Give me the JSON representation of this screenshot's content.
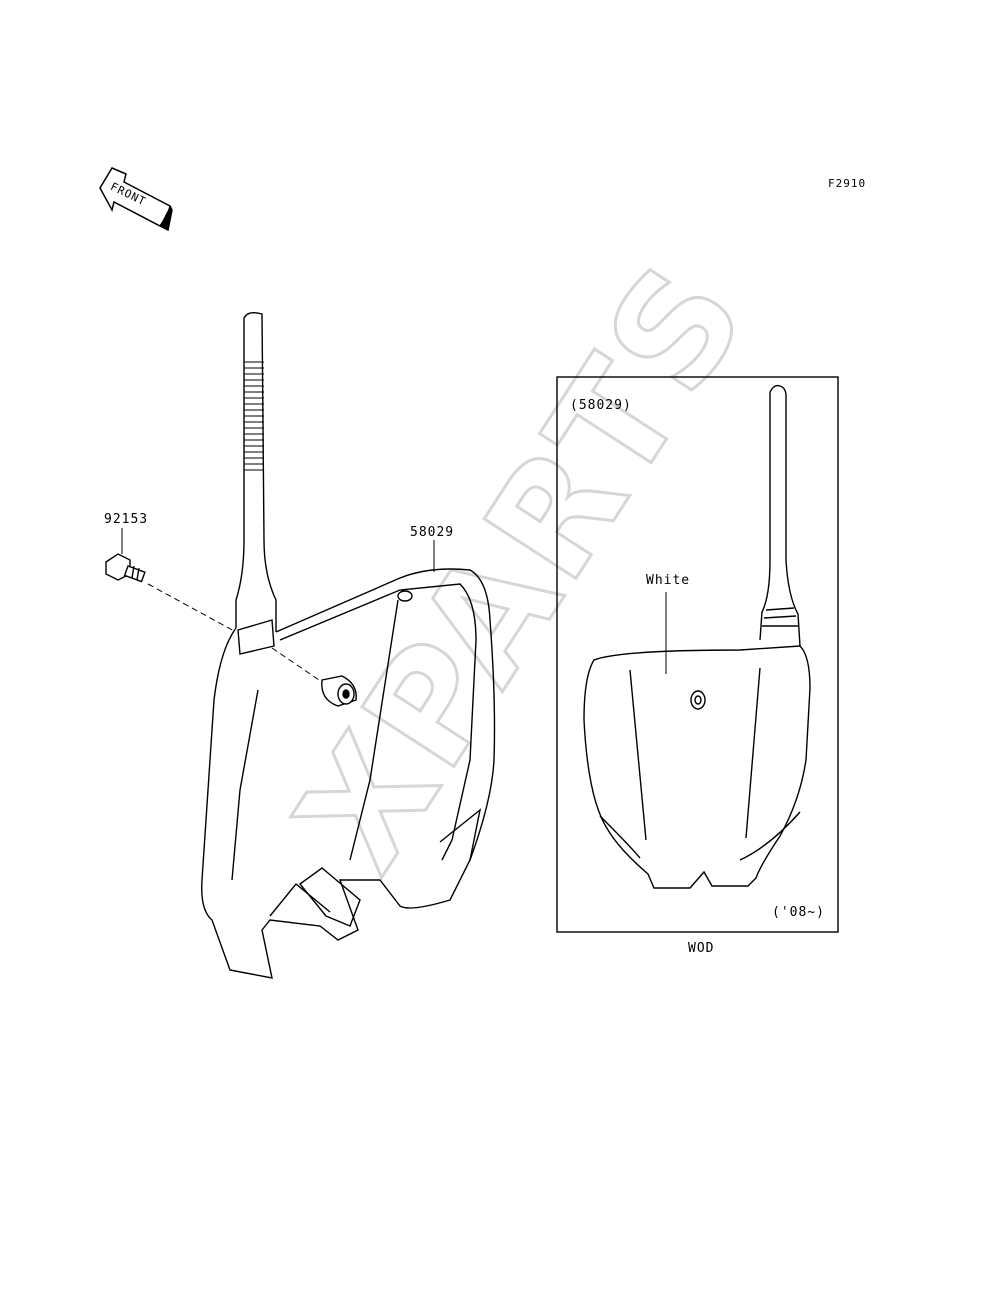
{
  "diagram": {
    "figure_code": "F2910",
    "front_arrow_label": "FRONT",
    "watermark": "XPARTS",
    "parts": {
      "bolt_number": "92153",
      "plate_number": "58029"
    },
    "inset": {
      "ref_label": "(58029)",
      "color_note": "White",
      "year_note": "('08~)",
      "caption": "WOD"
    }
  }
}
